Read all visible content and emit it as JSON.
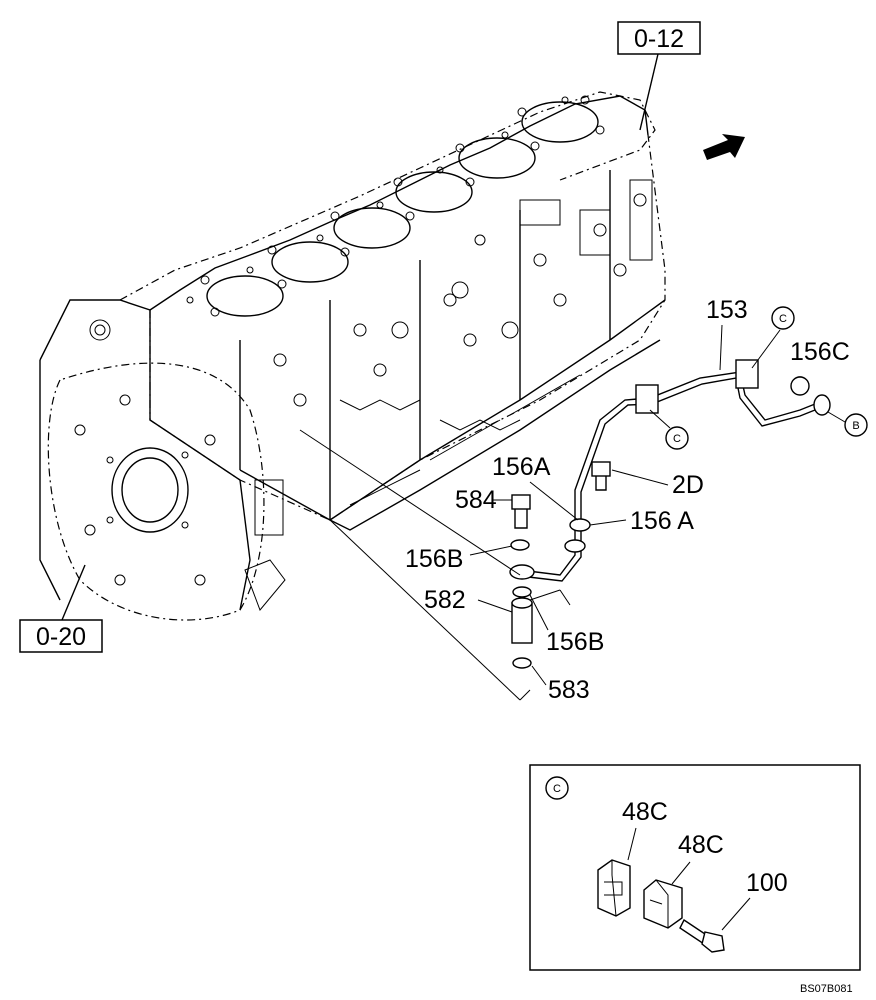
{
  "refs": {
    "block": "0-12",
    "flywheel_housing": "0-20"
  },
  "parts": {
    "p153": "153",
    "p156C": "156C",
    "p156A_upper": "156A",
    "p2D": "2D",
    "p156A_right": "156 A",
    "p584": "584",
    "p156B_left": "156B",
    "p582": "582",
    "p156B_right": "156B",
    "p583": "583"
  },
  "circles": {
    "c_top": "C",
    "c_mid": "C",
    "b_right": "B"
  },
  "detail": {
    "circle": "C",
    "p48C_a": "48C",
    "p48C_b": "48C",
    "p100": "100"
  },
  "footer": {
    "code": "BS07B081"
  }
}
